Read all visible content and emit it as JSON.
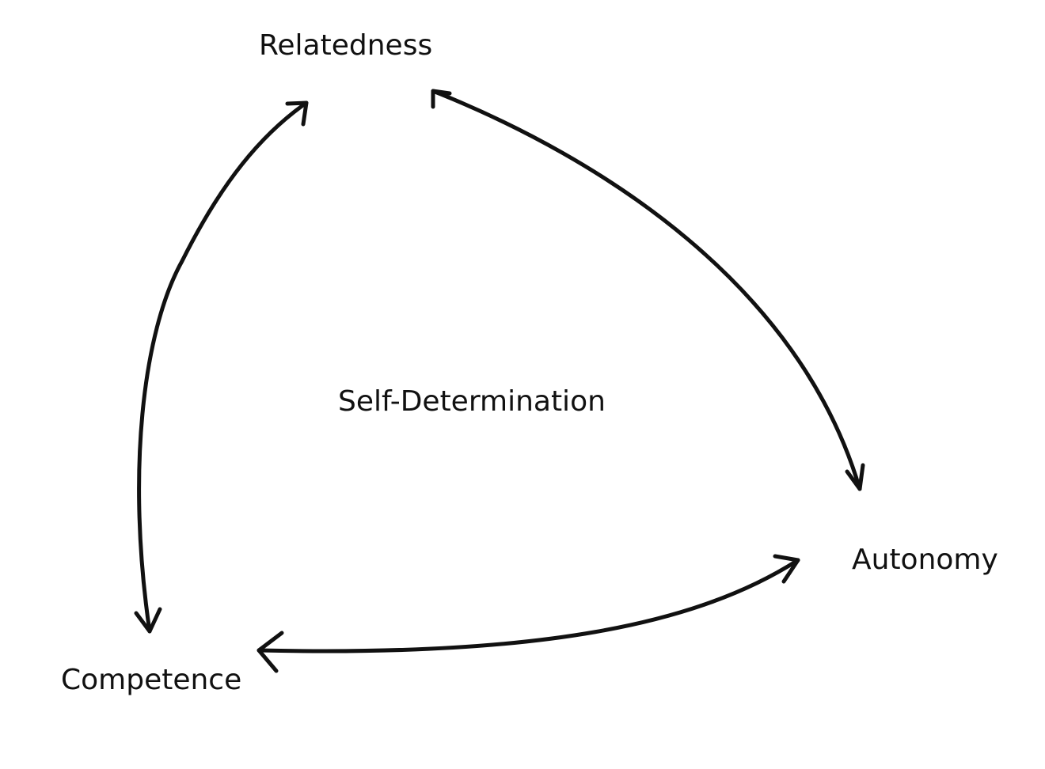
{
  "diagram": {
    "center_label": "Self-Determination",
    "nodes": [
      {
        "id": "relatedness",
        "label": "Relatedness"
      },
      {
        "id": "autonomy",
        "label": "Autonomy"
      },
      {
        "id": "competence",
        "label": "Competence"
      }
    ],
    "edges": [
      {
        "from": "relatedness",
        "to": "autonomy",
        "bidirectional": true
      },
      {
        "from": "autonomy",
        "to": "competence",
        "bidirectional": true
      },
      {
        "from": "competence",
        "to": "relatedness",
        "bidirectional": true
      }
    ],
    "colors": {
      "stroke": "#111111",
      "text": "#111111",
      "background": "#ffffff"
    }
  }
}
